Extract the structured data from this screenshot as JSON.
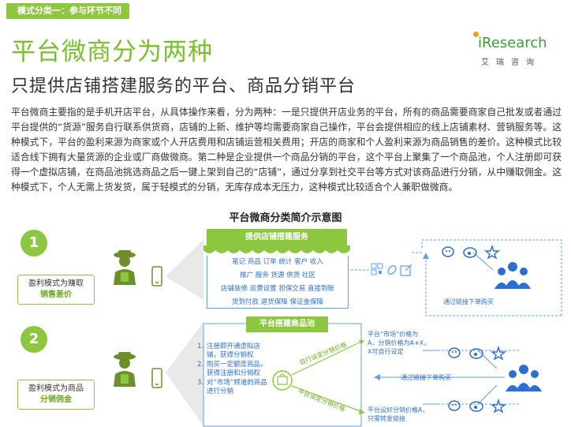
{
  "header": {
    "tag": "模式分类一：参与环节不同",
    "title": "平台微商分为两种",
    "subtitle": "只提供店铺搭建服务的平台、商品分销平台"
  },
  "logo": {
    "word": "iResearch",
    "cn": "艾瑞咨询"
  },
  "intro": "平台微商主要指的是手机开店平台，从具体操作来看，分为两种：一是只提供开店业务的平台，所有的商品需要商家自己批发或者通过平台提供的“货源”服务自行联系供货商，店铺的上新、维护等均需要商家自己操作，平台会提供相应的线上店铺素材、营销服务等。这种模式下，平台的盈利来源为商家或个人开店费用和店铺运营相关费用；开店的商家和个人盈利来源为商品销售的差价。这种模式比较适合线下拥有大量货源的企业或厂商做微商。第二种是企业提供一个商品分销的平台，这个平台上聚集了一个商品池，个人注册即可获得一个虚拟店铺，在商品池挑选商品之后一键上架到自己的“店铺”，通过分享到社交平台等方式对该商品进行分销，从中赚取佣金。这种模式下，个人无需上货发货，属于轻模式的分销，无库存成本无压力，这种模式比较适合个人兼职做微商。",
  "diagram": {
    "title": "平台微商分类简介示意图",
    "mode1": {
      "number": "1",
      "profit_line1": "盈利模式为赚取",
      "profit_line2": "销售差价",
      "store_header": "提供店铺搭建服务",
      "store_rows": [
        "笔记  商品  订单  统计  客户  收入",
        "推广  服务  货源  供货  社区",
        "店铺装修  运费设置  担保交易  直接到账",
        "货到付款  退货保障  保证金保障"
      ],
      "link_label": "通过链接下单购买"
    },
    "mode2": {
      "number": "2",
      "profit_line1": "盈利模式为商品",
      "profit_line2": "分销佣金",
      "pool_header": "平台搭建商品池",
      "steps": [
        {
          "no": "1.",
          "text": "注册即开通虚拟店铺，获得分销权"
        },
        {
          "no": "2.",
          "text": "购买一定额度商品，获得注册和分销权"
        },
        {
          "no": "3.",
          "text": "对“市场”频道的商品进行分销"
        }
      ],
      "price_label_top": "自行设定分销价格",
      "price_label_bottom": "平台设定分销价格",
      "market_note_line1": "平台“市场”价格为",
      "market_note_line2": "A，分销价格为A+X，",
      "market_note_line3": "X可自行设定",
      "link_label": "通过链接下单购买",
      "bottom_note_line1": "平台设好分销价格A，",
      "bottom_note_line2": "只需转发链接"
    }
  },
  "colors": {
    "accent": "#8dc63f",
    "blue": "#2d6fd0",
    "line_blue": "#5ba0e8",
    "grey": "#cfcfcf"
  }
}
